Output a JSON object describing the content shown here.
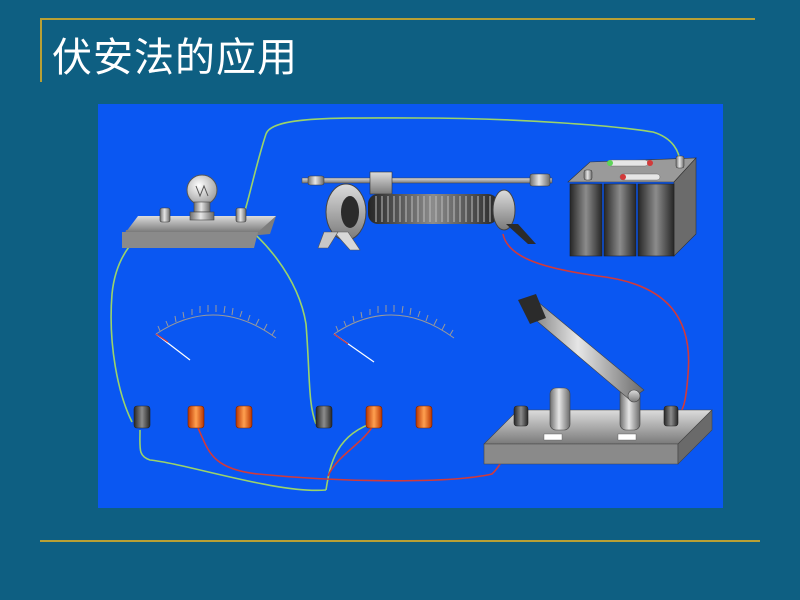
{
  "slide": {
    "title": "伏安法的应用"
  },
  "colors": {
    "background": "#0e5f82",
    "panel": "#0a57f2",
    "accent_rule": "#b8a034",
    "wire_green": "#9bd36a",
    "wire_red": "#d23a3a"
  },
  "components": [
    {
      "name": "light-bulb",
      "icon": "bulb-icon"
    },
    {
      "name": "rheostat",
      "icon": "rheostat-icon"
    },
    {
      "name": "battery-pack",
      "icon": "battery-icon"
    },
    {
      "name": "knife-switch",
      "icon": "switch-icon"
    },
    {
      "name": "ammeter",
      "icon": "meter-icon"
    },
    {
      "name": "voltmeter",
      "icon": "meter-icon"
    }
  ]
}
